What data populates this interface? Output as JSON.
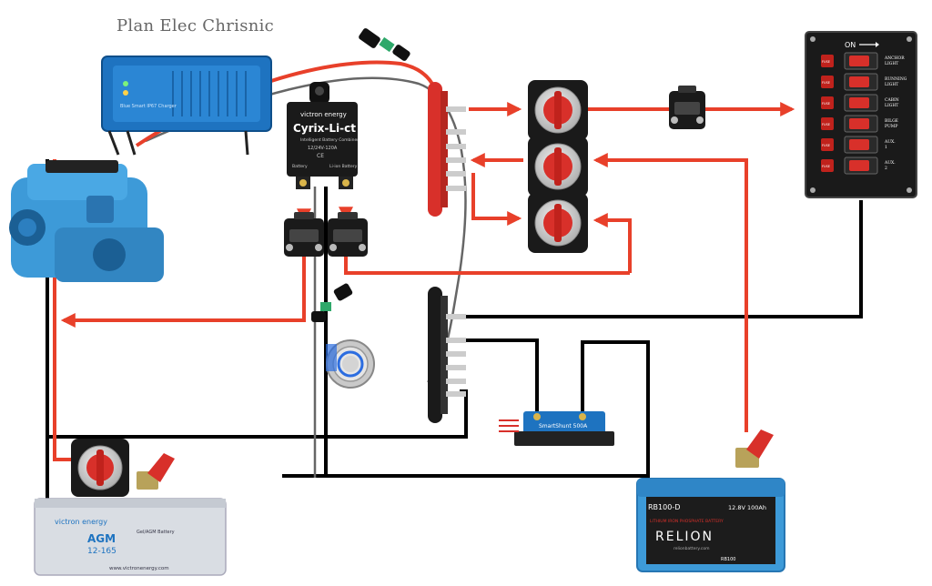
{
  "title": "Plan Elec Chrisnic",
  "colors": {
    "positive_wire": "#e8402a",
    "negative_wire": "#000000",
    "signal_wire": "#666666",
    "victron_blue": "#1e73c0",
    "engine_blue": "#3d9ad8",
    "switch_red": "#d8302a",
    "fuse_green": "#2ea86a"
  },
  "charger": {
    "brand_line": "Blue Smart IP67 Charger"
  },
  "combiner": {
    "brand": "victron energy",
    "model": "Cyrix-Li-ct",
    "subtitle": "Intelligent Battery Combiner",
    "rating": "12/24V-120A",
    "ce": "CE",
    "left_terminal": "Battery",
    "right_terminal": "Li-ion Battery"
  },
  "panel": {
    "on_label": "ON",
    "fuse_label": "FUSE",
    "circuits": [
      "ANCHOR LIGHT",
      "RUNNING LIGHT",
      "CABIN LIGHT",
      "BILGE PUMP",
      "AUX. 1",
      "AUX. 2"
    ]
  },
  "shunt": {
    "label": "SmartShunt 500A"
  },
  "agm_battery": {
    "brand": "victron energy",
    "type": "AGM",
    "model": "12-165",
    "note": "Gel/AGM Battery",
    "website": "www.victronenergy.com"
  },
  "lithium_battery": {
    "model": "RB100-D",
    "rating": "12.8V 100Ah",
    "chemistry": "LITHIUM IRON PHOSPHATE BATTERY",
    "brand": "RELION",
    "website": "relionbattery.com",
    "tag": "RB100"
  }
}
